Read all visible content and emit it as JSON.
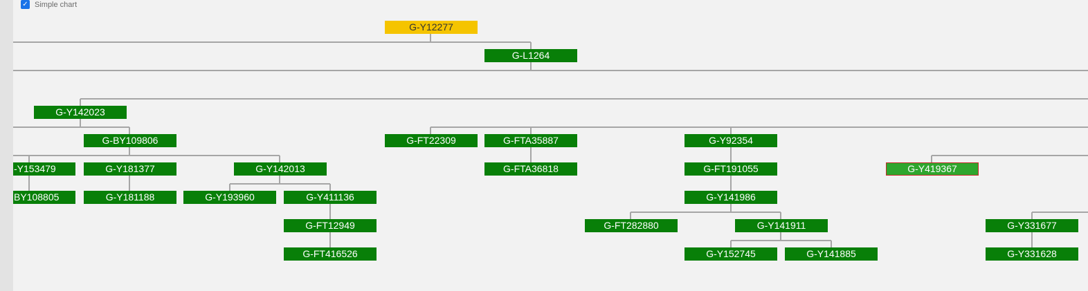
{
  "toggle": {
    "label": "Simple chart",
    "checked": true
  },
  "colors": {
    "node": "#087f08",
    "root": "#f5c400",
    "selected_fill": "#2ea62e",
    "selected_border": "#c62828",
    "connector": "#a6a6a6"
  },
  "tree": {
    "root": "G-Y12277",
    "l1264": "G-L1264",
    "y142023": "G-Y142023",
    "by109806": "G-BY109806",
    "y153479": "-Y153479",
    "by108805": "BY108805",
    "y181377": "G-Y181377",
    "y181188": "G-Y181188",
    "y142013": "G-Y142013",
    "y193960": "G-Y193960",
    "y411136": "G-Y411136",
    "ft12949": "G-FT12949",
    "ft416526": "G-FT416526",
    "ft22309": "G-FT22309",
    "fta35887": "G-FTA35887",
    "fta36818": "G-FTA36818",
    "y92354": "G-Y92354",
    "ft191055": "G-FT191055",
    "y141986": "G-Y141986",
    "ft282880": "G-FT282880",
    "y141911": "G-Y141911",
    "y152745": "G-Y152745",
    "y141885": "G-Y141885",
    "y419367": "G-Y419367",
    "y331677": "G-Y331677",
    "y331628": "G-Y331628"
  }
}
